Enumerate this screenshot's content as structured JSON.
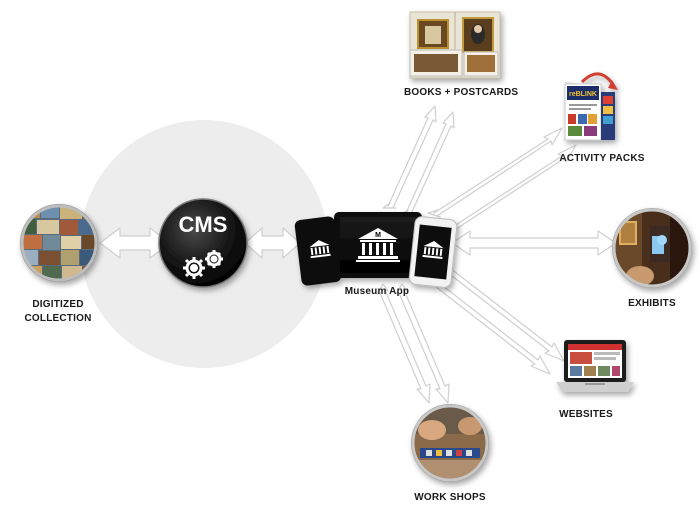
{
  "nodes": {
    "digitized_collection": [
      "DIGITIZED",
      "COLLECTION"
    ],
    "cms": "CMS",
    "museum_app": "Museum App",
    "books_postcards": "BOOKS + POSTCARDS",
    "activity_packs": "ACTIVITY PACKS",
    "exhibits": "EXHIBITS",
    "websites": "WEBSITES",
    "work_shops": "WORK SHOPS"
  },
  "icons": {
    "cms": "gears-icon",
    "museum_app": "museum-building-icon"
  },
  "colors": {
    "hub_bg": "#ededed",
    "arrow_fill": "#ffffff",
    "arrow_stroke": "#cfcfcf",
    "cms_disc": "#111111",
    "device": "#0d0d0d"
  }
}
